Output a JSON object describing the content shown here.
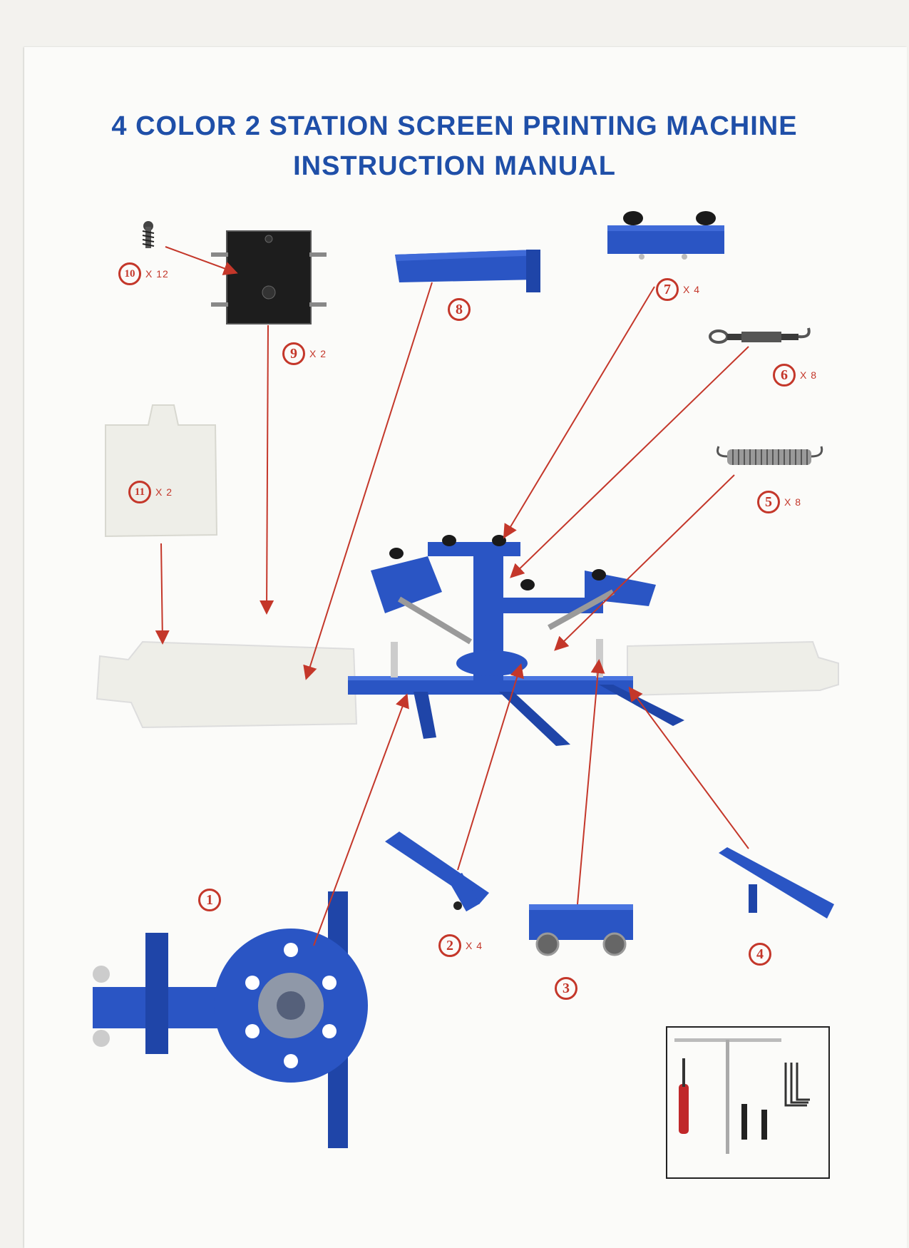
{
  "header": {
    "title_line1": "4 COLOR 2 STATION SCREEN PRINTING MACHINE",
    "title_line2": "INSTRUCTION MANUAL"
  },
  "parts": [
    {
      "id": "part-1",
      "number": "1",
      "qty": ""
    },
    {
      "id": "part-2",
      "number": "2",
      "qty": "X 4"
    },
    {
      "id": "part-3",
      "number": "3",
      "qty": ""
    },
    {
      "id": "part-4",
      "number": "4",
      "qty": ""
    },
    {
      "id": "part-5",
      "number": "5",
      "qty": "X 8"
    },
    {
      "id": "part-6",
      "number": "6",
      "qty": "X 8"
    },
    {
      "id": "part-7",
      "number": "7",
      "qty": "X 4"
    },
    {
      "id": "part-8",
      "number": "8",
      "qty": ""
    },
    {
      "id": "part-9",
      "number": "9",
      "qty": "X 2"
    },
    {
      "id": "part-10",
      "number": "10",
      "qty": "X 12"
    },
    {
      "id": "part-11",
      "number": "11",
      "qty": "X 2"
    }
  ],
  "colors": {
    "machine_blue": "#2a55c4",
    "title_blue": "#1f4fa8",
    "callout_red": "#c4372a",
    "pallet_white": "#f1f1ec"
  }
}
